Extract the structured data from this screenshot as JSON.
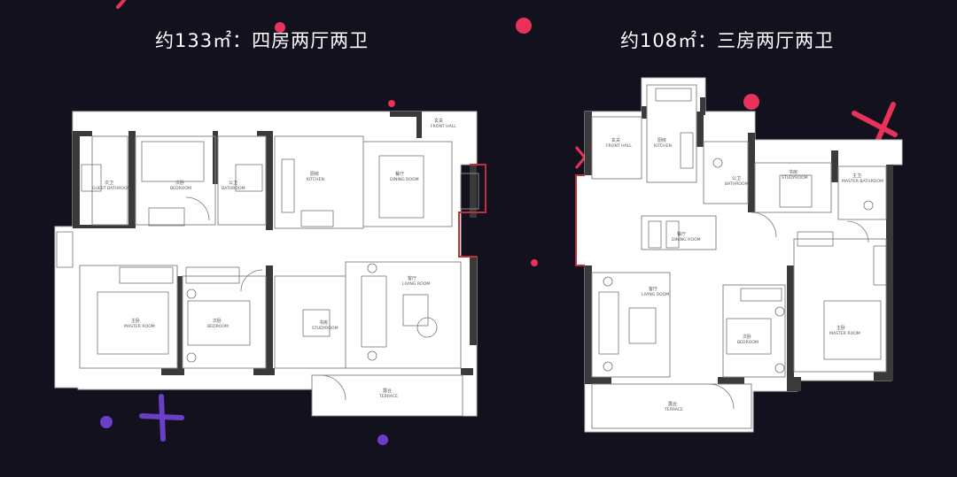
{
  "left_plan": {
    "title": "约133㎡：四房两厅两卫",
    "rooms": [
      {
        "id": "front_hall",
        "cn": "玄关",
        "en": "FRONT HALL"
      },
      {
        "id": "guest_bath",
        "cn": "次卫",
        "en": "GUEST BATHROOM"
      },
      {
        "id": "bed1",
        "cn": "次卧",
        "en": "BEDROOM"
      },
      {
        "id": "bath",
        "cn": "公卫",
        "en": "BATHROOM"
      },
      {
        "id": "kitchen",
        "cn": "厨房",
        "en": "KITCHEN"
      },
      {
        "id": "dining",
        "cn": "餐厅",
        "en": "DINING ROOM"
      },
      {
        "id": "master",
        "cn": "主卧",
        "en": "MASTER ROOM"
      },
      {
        "id": "bed2",
        "cn": "次卧",
        "en": "BEDROOM"
      },
      {
        "id": "study",
        "cn": "书房",
        "en": "STUDYROOM"
      },
      {
        "id": "living",
        "cn": "客厅",
        "en": "LIVING ROOM"
      },
      {
        "id": "terrace",
        "cn": "露台",
        "en": "TERRACE"
      }
    ]
  },
  "right_plan": {
    "title": "约108㎡：三房两厅两卫",
    "rooms": [
      {
        "id": "front_hall",
        "cn": "玄关",
        "en": "FRONT HALL"
      },
      {
        "id": "kitchen",
        "cn": "厨房",
        "en": "KITCHEN"
      },
      {
        "id": "bath",
        "cn": "公卫",
        "en": "BATHROOM"
      },
      {
        "id": "study",
        "cn": "书房",
        "en": "STUDYROOM"
      },
      {
        "id": "master_bath",
        "cn": "主卫",
        "en": "MASTER BATHROOM"
      },
      {
        "id": "dining",
        "cn": "餐厅",
        "en": "DINING ROOM"
      },
      {
        "id": "living",
        "cn": "客厅",
        "en": "LIVING ROOM"
      },
      {
        "id": "bed",
        "cn": "次卧",
        "en": "BEDROOM"
      },
      {
        "id": "master",
        "cn": "主卧",
        "en": "MASTER ROOM"
      },
      {
        "id": "terrace",
        "cn": "露台",
        "en": "TERRACE"
      }
    ]
  },
  "colors": {
    "background": "#14111f",
    "accent_red": "#e8325a",
    "accent_purple": "#6a3fc8",
    "wall": "#3a3a3a",
    "floor": "#ffffff"
  }
}
